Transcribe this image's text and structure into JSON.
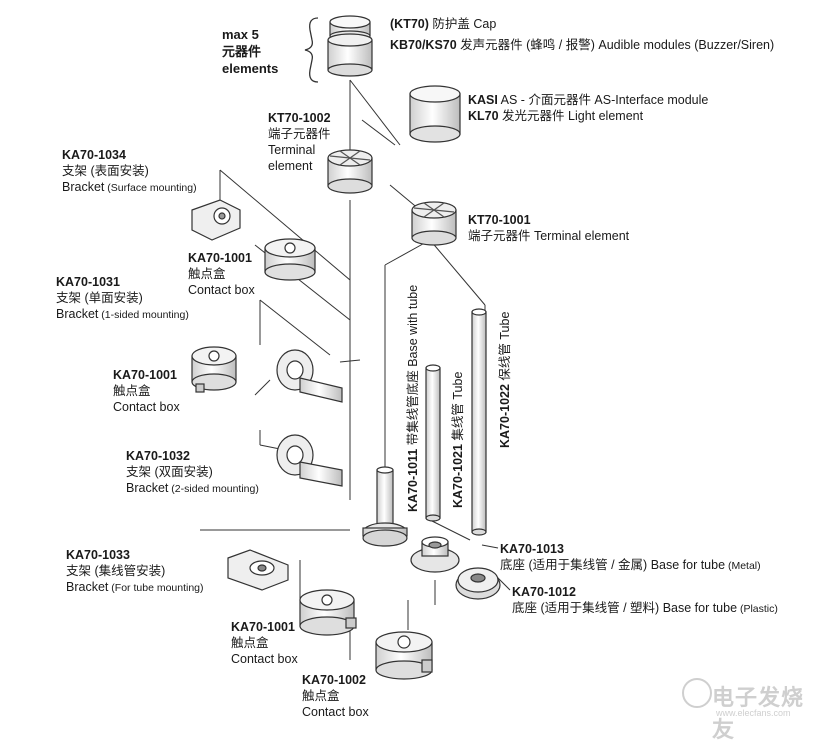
{
  "max_group": {
    "line1": "max 5",
    "line2": "元器件",
    "line3": "elements"
  },
  "cap": {
    "code": "(KT70)",
    "text": " 防护盖 Cap"
  },
  "audible": {
    "code": "KB70/KS70",
    "text": " 发声元器件 (蜂鸣 / 报警) Audible modules (Buzzer/Siren)"
  },
  "kasi": {
    "code": "KASI",
    "text": " AS - 介面元器件 AS-Interface module"
  },
  "kl70": {
    "code": "KL70",
    "text": " 发光元器件 Light element"
  },
  "kt1002": {
    "code": "KT70-1002",
    "zh": "端子元器件",
    "en1": "Terminal",
    "en2": "element"
  },
  "kt1001": {
    "code": "KT70-1001",
    "text": "端子元器件 Terminal element"
  },
  "b1034": {
    "code": "KA70-1034",
    "zh": "支架 (表面安装)",
    "en": "Bracket",
    "note": " (Surface mounting)"
  },
  "cb1001_a": {
    "code": "KA70-1001",
    "zh": "触点盒",
    "en": "Contact box"
  },
  "b1031": {
    "code": "KA70-1031",
    "zh": "支架 (单面安装)",
    "en": "Bracket",
    "note": " (1-sided mounting)"
  },
  "cb1001_b": {
    "code": "KA70-1001",
    "zh": "触点盒",
    "en": "Contact box"
  },
  "b1032": {
    "code": "KA70-1032",
    "zh": "支架 (双面安装)",
    "en": "Bracket",
    "note": " (2-sided mounting)"
  },
  "b1033": {
    "code": "KA70-1033",
    "zh": "支架 (集线管安装)",
    "en": "Bracket",
    "note": " (For tube mounting)"
  },
  "cb1001_c": {
    "code": "KA70-1001",
    "zh": "触点盒",
    "en": "Contact box"
  },
  "cb1002": {
    "code": "KA70-1002",
    "zh": "触点盒",
    "en": "Contact box"
  },
  "base1013": {
    "code": "KA70-1013",
    "text": "底座 (适用于集线管 / 金属) Base for tube",
    "note": " (Metal)"
  },
  "base1012": {
    "code": "KA70-1012",
    "text": "底座 (适用于集线管 / 塑料) Base for tube",
    "note": " (Plastic)"
  },
  "v1011": {
    "code": "KA70-1011",
    "text": " 带集线管底座 Base with tube"
  },
  "v1021": {
    "code": "KA70-1021",
    "text": " 集线管 Tube"
  },
  "v1022": {
    "code": "KA70-1022",
    "text": " 保线管 Tube"
  },
  "watermark": {
    "cn": "电子发烧友",
    "url": "www.elecfans.com"
  },
  "colors": {
    "line": "#333333",
    "part_fill": "#f2f2f2",
    "watermark": "#cfcfcf"
  }
}
